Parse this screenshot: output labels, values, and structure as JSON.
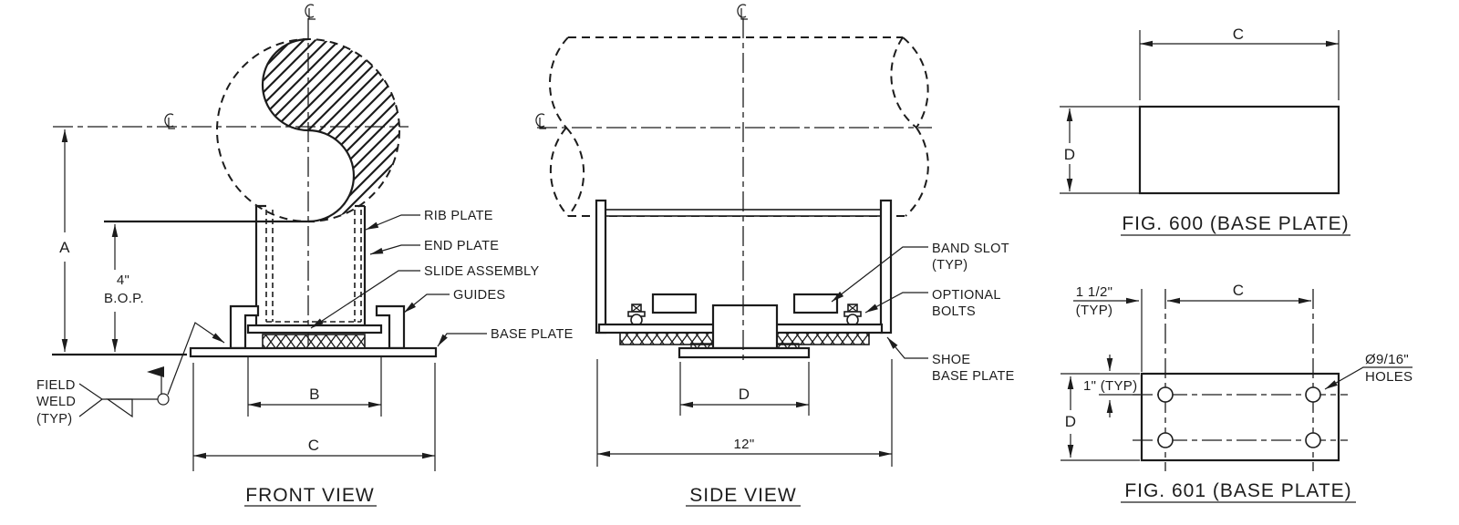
{
  "front_view": {
    "title": "FRONT VIEW",
    "dim_a": "A",
    "dim_bop_value": "4\"",
    "dim_bop_label": "B.O.P.",
    "dim_b": "B",
    "dim_c": "C",
    "label_rib_plate": "RIB PLATE",
    "label_end_plate": "END PLATE",
    "label_slide_assembly": "SLIDE ASSEMBLY",
    "label_guides": "GUIDES",
    "label_base_plate": "BASE PLATE",
    "label_field_weld_1": "FIELD",
    "label_field_weld_2": "WELD",
    "label_field_weld_3": "(TYP)"
  },
  "side_view": {
    "title": "SIDE VIEW",
    "dim_d": "D",
    "dim_width": "12\"",
    "label_band_slot_1": "BAND SLOT",
    "label_band_slot_2": "(TYP)",
    "label_optional_bolts_1": "OPTIONAL",
    "label_optional_bolts_2": "BOLTS",
    "label_shoe_base_plate_1": "SHOE",
    "label_shoe_base_plate_2": "BASE PLATE"
  },
  "fig_600": {
    "title": "FIG. 600 (BASE PLATE)",
    "dim_c": "C",
    "dim_d": "D"
  },
  "fig_601": {
    "title": "FIG. 601 (BASE PLATE)",
    "dim_offset_value": "1 1/2\"",
    "dim_offset_typ": "(TYP)",
    "dim_c": "C",
    "dim_hole_offset": "1\" (TYP)",
    "dim_d": "D",
    "label_holes_1": "Ø9/16\"",
    "label_holes_2": "HOLES"
  }
}
